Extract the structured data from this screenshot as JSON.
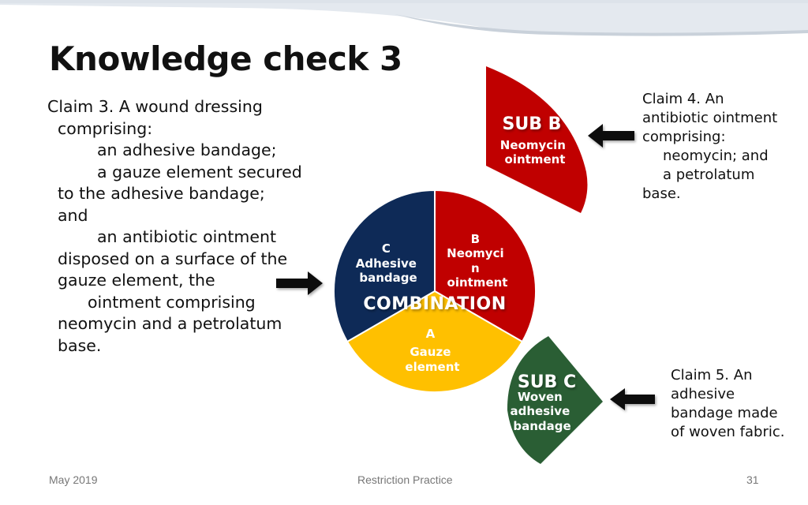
{
  "slide": {
    "title": "Knowledge check 3",
    "claim3_lines": [
      "Claim 3. A wound dressing",
      "comprising:",
      "an adhesive bandage;",
      "a gauze element secured",
      "to the adhesive bandage;",
      "and",
      "an antibiotic ointment",
      "disposed on a surface of the",
      "gauze element, the",
      "ointment comprising",
      "neomycin and a petrolatum",
      "base."
    ],
    "claim4_lines": [
      "Claim 4. An",
      "antibiotic ointment",
      "comprising:",
      "neomycin; and",
      "a petrolatum",
      "base."
    ],
    "claim5_lines": [
      "Claim 5.  An",
      "adhesive",
      "bandage made",
      "of woven fabric."
    ]
  },
  "diagram": {
    "combination": "COMBINATION",
    "segment_c": [
      "C",
      "Adhesive",
      "bandage"
    ],
    "segment_b": [
      "B",
      "Neomyci",
      "n",
      "ointment"
    ],
    "segment_a": [
      "A",
      "Gauze",
      "element"
    ],
    "sub_b": {
      "title": "SUB B",
      "lines": [
        "Neomycin",
        "ointment"
      ]
    },
    "sub_c": {
      "title": "SUB C",
      "lines": [
        "Woven",
        "adhesive",
        "bandage"
      ]
    },
    "colors": {
      "red": "#C00000",
      "navy": "#0E2A57",
      "yellow": "#FFC000",
      "green": "#2A5E34"
    }
  },
  "footer": {
    "date": "May 2019",
    "center": "Restriction Practice",
    "page": "31"
  }
}
